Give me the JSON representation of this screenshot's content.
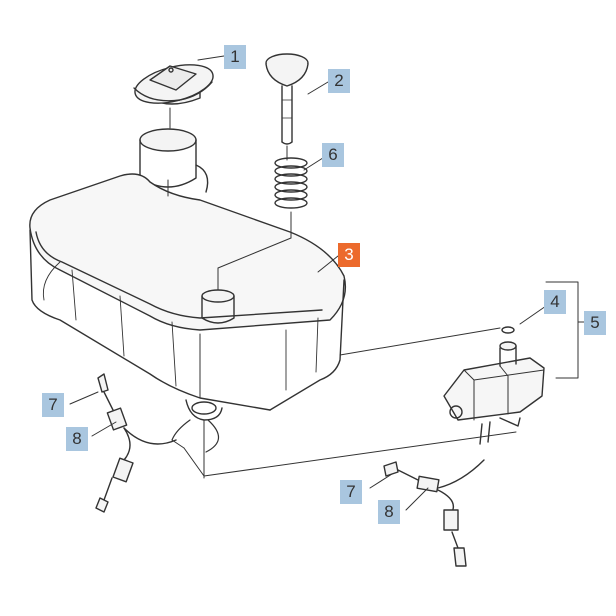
{
  "colors": {
    "callout": "#a9c6df",
    "callout_active": "#ec6a2c",
    "line": "#333333",
    "part_fill": "#f4f4f4"
  },
  "callouts": {
    "c1": "1",
    "c2": "2",
    "c6": "6",
    "c3": "3",
    "c4": "4",
    "c5": "5",
    "c7a": "7",
    "c8a": "8",
    "c7b": "7",
    "c8b": "8"
  },
  "active_part": "3"
}
